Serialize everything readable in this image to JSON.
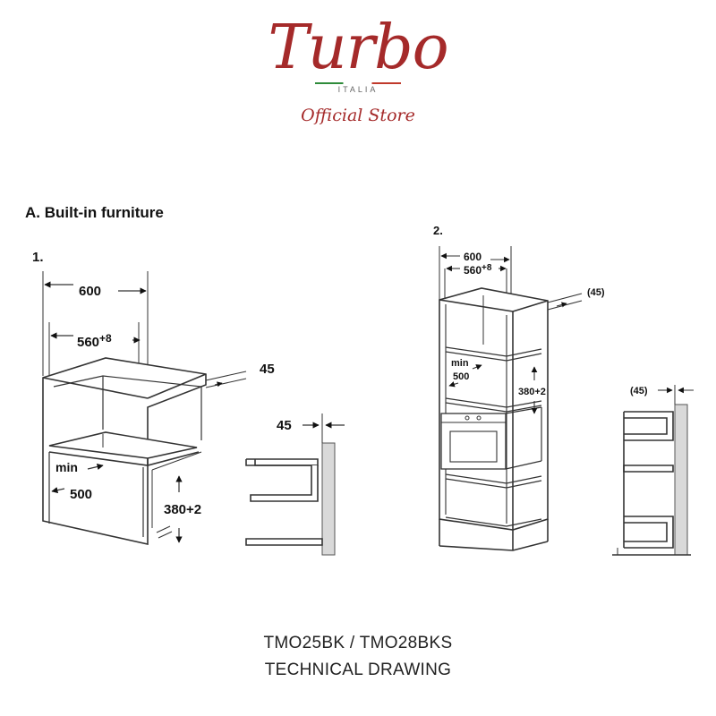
{
  "brand": {
    "name": "Turbo",
    "subname": "ITALIA",
    "tagline": "Official Store",
    "color": "#a52a2a"
  },
  "drawing": {
    "section_title": "A. Built-in furniture",
    "fig1": {
      "number": "1.",
      "width_outer": "600",
      "width_inner": "560",
      "width_inner_tol": "+8",
      "depth_top": "45",
      "depth_side": "45",
      "min_label": "min",
      "min_value": "500",
      "height": "380+2"
    },
    "fig2": {
      "number": "2.",
      "width_outer": "600",
      "width_inner": "560",
      "width_inner_tol": "+8",
      "depth_top": "(45)",
      "depth_side": "(45)",
      "min_label": "min",
      "min_value": "500",
      "height": "380+2"
    }
  },
  "caption": {
    "models": "TMO25BK / TMO28BKS",
    "title": "TECHNICAL DRAWING"
  }
}
